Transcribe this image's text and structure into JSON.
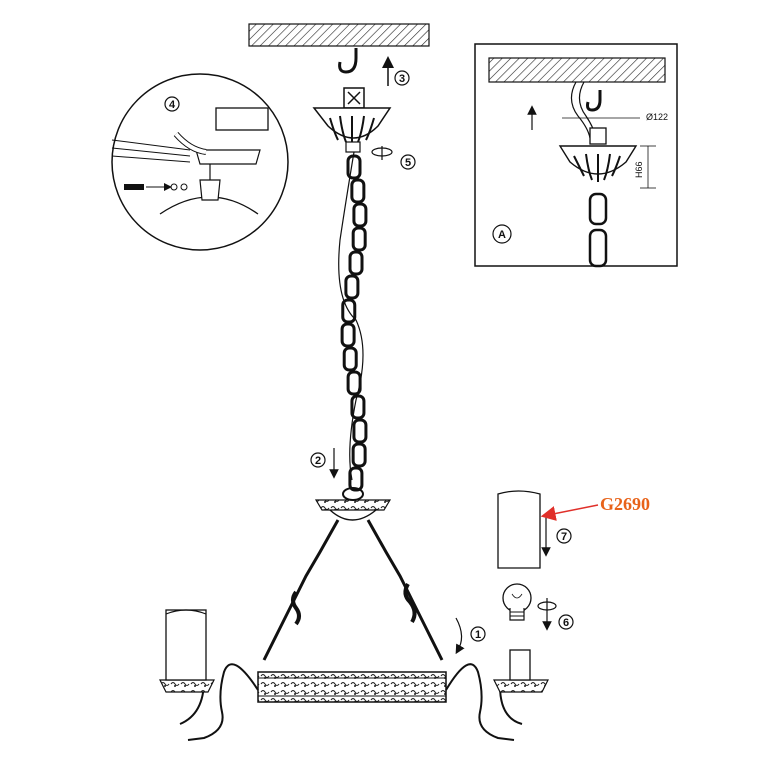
{
  "detail_box": {
    "label": "A",
    "diameter": "Ø122",
    "height": "H66"
  },
  "steps": [
    "1",
    "2",
    "3",
    "4",
    "5",
    "6",
    "7"
  ],
  "shade_code": "G2690",
  "colors": {
    "line": "#111111",
    "accent_arrow": "#e0302a",
    "code_text": "#e8631a"
  }
}
